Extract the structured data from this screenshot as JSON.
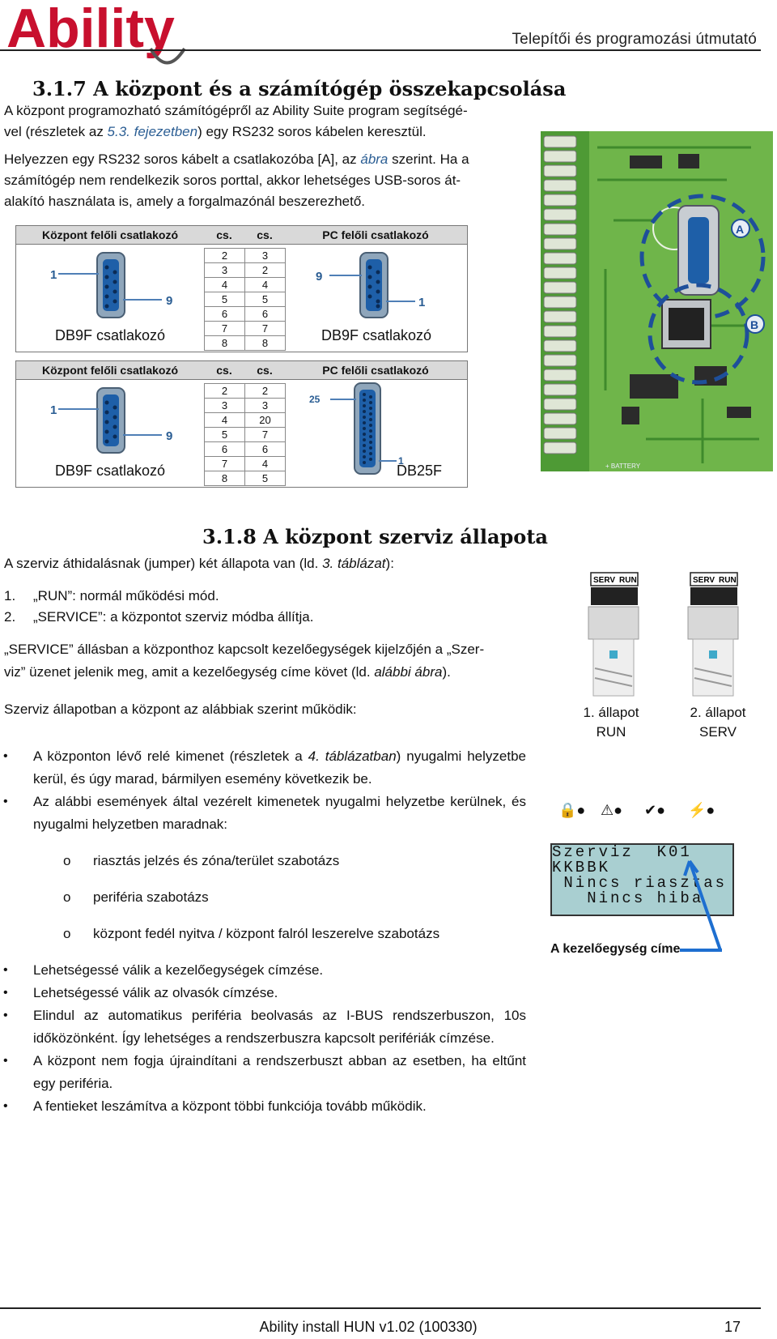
{
  "header": {
    "logo_text": "Ability",
    "doc_title": "Telepítői és programozási útmutató"
  },
  "section_317": {
    "heading": "3.1.7  A központ és a számítógép összekapcsolása",
    "p1_a": "A központ programozható számítógépről az Ability Suite program segítségé-",
    "p1_b_pre": "vel (részletek az ",
    "p1_b_ref": "5.3. fejezetben",
    "p1_b_post": ") egy RS232 soros kábelen keresztül.",
    "p2_a_pre": "Helyezzen egy RS232 soros kábelt a csatlakozóba [A], az ",
    "p2_a_ref": "ábra",
    "p2_a_post": " szerint. Ha a",
    "p2_b": "számítógép nem rendelkezik soros porttal, akkor lehetséges USB-soros át-",
    "p2_c": "alakító használata is, amely a forgalmazónál beszerezhető."
  },
  "conn_table_1": {
    "h_left": "Központ felőli csatlakozó",
    "h_cs1": "cs.",
    "h_cs2": "cs.",
    "h_right": "PC felőli csatlakozó",
    "rows": [
      [
        "2",
        "3"
      ],
      [
        "3",
        "2"
      ],
      [
        "4",
        "4"
      ],
      [
        "5",
        "5"
      ],
      [
        "6",
        "6"
      ],
      [
        "7",
        "7"
      ],
      [
        "8",
        "8"
      ]
    ],
    "left_label": "DB9F csatlakozó",
    "right_label": "DB9F csatlakozó",
    "left_pin_a": "1",
    "left_pin_b": "9",
    "right_pin_a": "9",
    "right_pin_b": "1"
  },
  "conn_table_2": {
    "h_left": "Központ felőli csatlakozó",
    "h_cs1": "cs.",
    "h_cs2": "cs.",
    "h_right": "PC felőli csatlakozó",
    "rows": [
      [
        "2",
        "2"
      ],
      [
        "3",
        "3"
      ],
      [
        "4",
        "20"
      ],
      [
        "5",
        "7"
      ],
      [
        "6",
        "6"
      ],
      [
        "7",
        "4"
      ],
      [
        "8",
        "5"
      ]
    ],
    "left_label": "DB9F csatlakozó",
    "right_label": "DB25F",
    "left_pin_a": "1",
    "left_pin_b": "9",
    "right_pin_a": "25",
    "right_pin_b": "1"
  },
  "board": {
    "label_a": "A",
    "label_b": "B",
    "silk_battery": "+ BATTERY"
  },
  "section_318": {
    "heading": "3.1.8  A központ szerviz állapota",
    "intro_pre": "A szerviz áthidalásnak (jumper) két állapota van (ld. ",
    "intro_ref": "3. táblázat",
    "intro_post": "):",
    "item1_num": "1.",
    "item1": "„RUN”: normál működési mód.",
    "item2_num": "2.",
    "item2": "„SERVICE”: a központot szerviz módba állítja.",
    "p_service_a": "„SERVICE” állásban a központhoz kapcsolt kezelőegységek kijelzőjén a „Szer-",
    "p_service_b_pre": "viz” üzenet jelenik meg, amit a kezelőegység címe követ (ld. ",
    "p_service_b_ref": "alábbi ábra",
    "p_service_b_post": ").",
    "p_state": "Szerviz állapotban a központ az alábbiak szerint működik:",
    "bullets": {
      "b1_pre": "A központon lévő relé kimenet (részletek a ",
      "b1_ref": "4. táblázatban",
      "b1_post": ") nyugalmi helyzetbe kerül, és úgy marad, bármilyen esemény következik be.",
      "b2": "Az alábbi események által vezérelt kimenetek nyugalmi helyzetbe kerülnek, és nyugalmi helyzetben maradnak:",
      "s1": "riasztás jelzés és zóna/terület szabotázs",
      "s2": "periféria szabotázs",
      "s3": "központ fedél nyitva / központ falról leszerelve szabotázs",
      "b3": "Lehetségessé válik a kezelőegységek címzése.",
      "b4": "Lehetségessé válik az olvasók címzése.",
      "b5": "Elindul az automatikus periféria beolvasás az I-BUS rendszerbuszon, 10s időközönként. Így lehetséges a rendszerbuszra kapcsolt perifériák címzése.",
      "b6": "A központ nem fogja újraindítani a rendszerbuszt abban az esetben, ha eltűnt egy periféria.",
      "b7": "A fentieket leszámítva a központ többi funkciója tovább működik."
    },
    "bullet_sym": "•",
    "sub_sym": "o"
  },
  "jumpers": {
    "label_serv": "SERV",
    "label_run": "RUN",
    "state1_a": "1. állapot",
    "state1_b": "RUN",
    "state2_a": "2. állapot",
    "state2_b": "SERV"
  },
  "lcd": {
    "line1": "Szerviz  K01",
    "line2": "KKBBK",
    "line3": " Nincs riasztas",
    "line4": "   Nincs hiba",
    "caption": "A kezelőegység címe"
  },
  "footer": {
    "center": "Ability install HUN v1.02 (100330)",
    "page": "17"
  }
}
